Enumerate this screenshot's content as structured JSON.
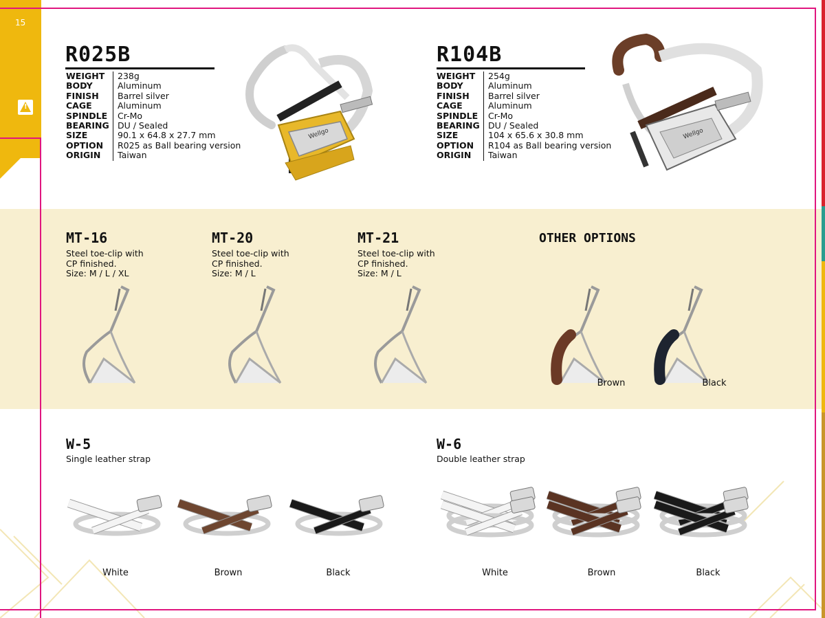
{
  "page": {
    "number": "15"
  },
  "r025b": {
    "title": "R025B",
    "specs": [
      {
        "label": "WEIGHT",
        "value": "238g"
      },
      {
        "label": "BODY",
        "value": "Aluminum"
      },
      {
        "label": "FINISH",
        "value": "Barrel silver"
      },
      {
        "label": "CAGE",
        "value": "Aluminum"
      },
      {
        "label": "SPINDLE",
        "value": "Cr-Mo"
      },
      {
        "label": "BEARING",
        "value": "DU / Sealed"
      },
      {
        "label": "SIZE",
        "value": "90.1 x 64.8 x 27.7 mm"
      },
      {
        "label": "OPTION",
        "value": "R025 as Ball bearing version"
      },
      {
        "label": "ORIGIN",
        "value": "Taiwan"
      }
    ],
    "brand": "Wellgo"
  },
  "r104b": {
    "title": "R104B",
    "specs": [
      {
        "label": "WEIGHT",
        "value": "254g"
      },
      {
        "label": "BODY",
        "value": "Aluminum"
      },
      {
        "label": "FINISH",
        "value": "Barrel silver"
      },
      {
        "label": "CAGE",
        "value": "Aluminum"
      },
      {
        "label": "SPINDLE",
        "value": "Cr-Mo"
      },
      {
        "label": "BEARING",
        "value": "DU / Sealed"
      },
      {
        "label": "SIZE",
        "value": "104 x 65.6 x 30.8 mm"
      },
      {
        "label": "OPTION",
        "value": "R104 as Ball bearing version"
      },
      {
        "label": "ORIGIN",
        "value": "Taiwan"
      }
    ],
    "brand": "Wellgo"
  },
  "toeclips": [
    {
      "title": "MT-16",
      "line1": "Steel toe-clip with",
      "line2": "CP finished.",
      "line3": "Size: M / L / XL"
    },
    {
      "title": "MT-20",
      "line1": "Steel toe-clip with",
      "line2": "CP finished.",
      "line3": "Size: M / L"
    },
    {
      "title": "MT-21",
      "line1": "Steel toe-clip with",
      "line2": "CP finished.",
      "line3": "Size: M / L"
    }
  ],
  "other_options": {
    "title": "OTHER OPTIONS",
    "items": [
      {
        "label": "Brown",
        "color": "#6b3a26"
      },
      {
        "label": "Black",
        "color": "#1e2430"
      }
    ]
  },
  "w5": {
    "title": "W-5",
    "desc": "Single leather strap",
    "items": [
      {
        "label": "White",
        "color": "#f4f4f4"
      },
      {
        "label": "Brown",
        "color": "#6e4630"
      },
      {
        "label": "Black",
        "color": "#1a1a1a"
      }
    ]
  },
  "w6": {
    "title": "W-6",
    "desc": "Double leather strap",
    "items": [
      {
        "label": "White",
        "color": "#f4f4f4"
      },
      {
        "label": "Brown",
        "color": "#5a3322"
      },
      {
        "label": "Black",
        "color": "#1a1a1a"
      }
    ]
  },
  "colors": {
    "accent_pink": "#e0157f",
    "accent_yellow": "#efb80e",
    "band": "#f8efd0"
  }
}
